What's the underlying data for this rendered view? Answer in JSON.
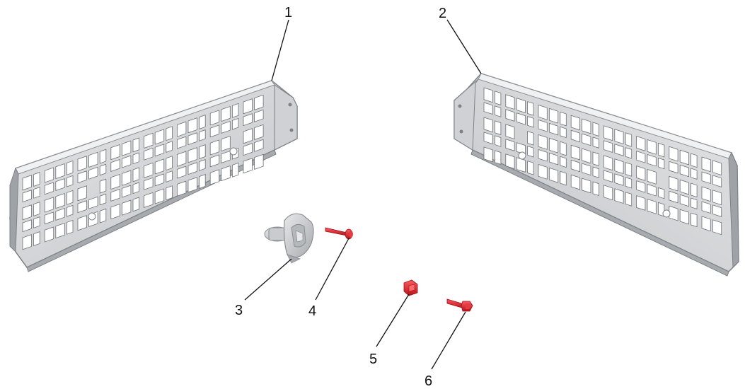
{
  "diagram": {
    "type": "exploded-parts-view",
    "colors": {
      "panel_face": "#d4d6d8",
      "panel_edge": "#8c8f93",
      "panel_dark": "#6e7175",
      "hardware_red": "#d81f26",
      "bracket_gray": "#c9cbce",
      "leader": "#111111"
    },
    "callouts": [
      {
        "id": "1",
        "label": "1"
      },
      {
        "id": "2",
        "label": "2"
      },
      {
        "id": "3",
        "label": "3"
      },
      {
        "id": "4",
        "label": "4"
      },
      {
        "id": "5",
        "label": "5"
      },
      {
        "id": "6",
        "label": "6"
      }
    ]
  }
}
